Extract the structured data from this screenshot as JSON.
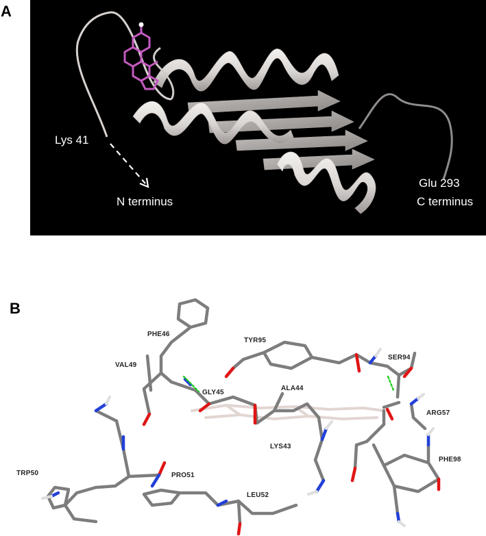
{
  "panels": {
    "a": {
      "letter": "A",
      "labels": {
        "lys41": "Lys 41",
        "n_terminus": "N terminus",
        "glu293": "Glu 293",
        "c_terminus": "C terminus"
      },
      "colors": {
        "background": "#000000",
        "ribbon": "#e4e1df",
        "ligand": "#c45ac0",
        "label": "#ffffff"
      }
    },
    "b": {
      "letter": "B",
      "residues": {
        "phe46": "PHE46",
        "tyr95": "TYR95",
        "ser94": "SER94",
        "val49": "VAL49",
        "gly45": "GLY45",
        "ala44": "ALA44",
        "arg57": "ARG57",
        "lys43": "LYS43",
        "trp50": "TRP50",
        "pro51": "PRO51",
        "phe98": "PHE98",
        "leu52": "LEU52"
      },
      "colors": {
        "carbon": "#777777",
        "oxygen": "#e01515",
        "nitrogen": "#2340d8",
        "hydrogen": "#e8e8e8",
        "hbond": "#1fcf1f",
        "ligand": "#e2d6d2"
      }
    }
  }
}
